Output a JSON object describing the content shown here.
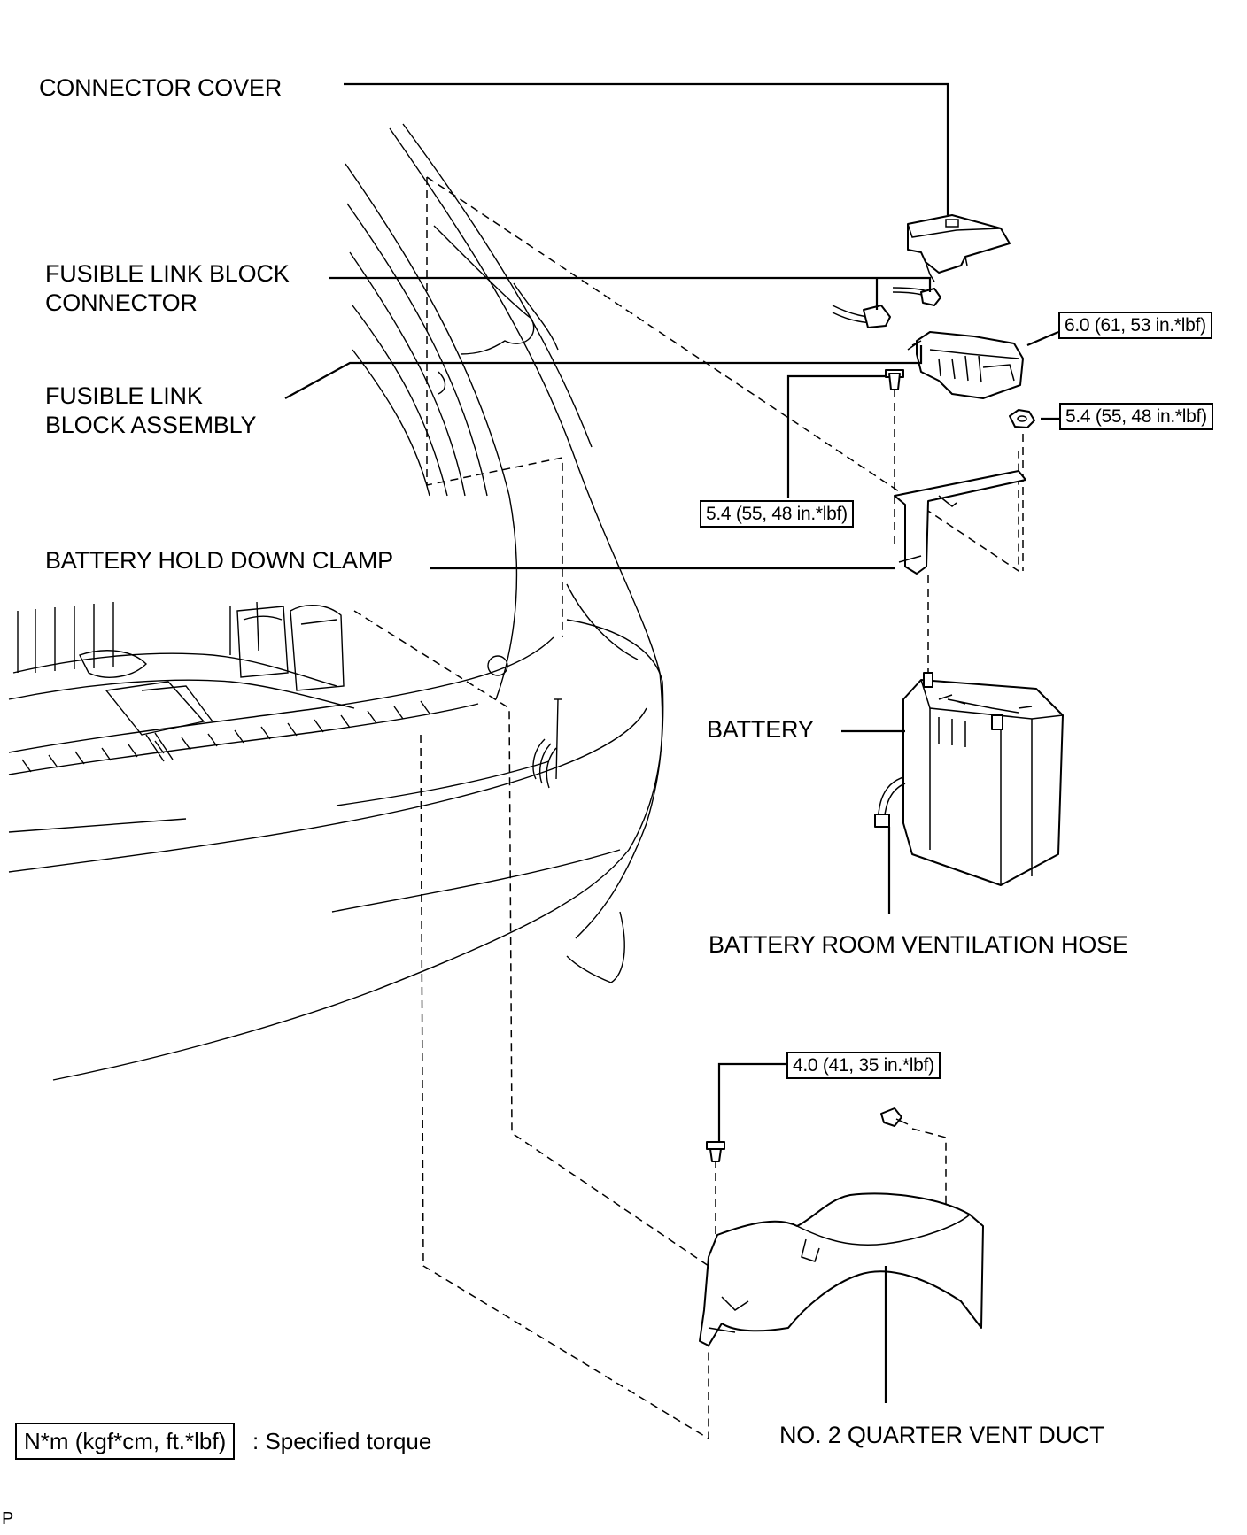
{
  "labels": {
    "connector_cover": "CONNECTOR COVER",
    "fusible_link_block_connector_line1": "FUSIBLE LINK BLOCK",
    "fusible_link_block_connector_line2": "CONNECTOR",
    "fusible_link_block_assembly_line1": "FUSIBLE LINK",
    "fusible_link_block_assembly_line2": "BLOCK ASSEMBLY",
    "battery_hold_down_clamp": "BATTERY HOLD DOWN CLAMP",
    "battery": "BATTERY",
    "battery_room_ventilation_hose": "BATTERY ROOM VENTILATION HOSE",
    "no2_quarter_vent_duct": "NO. 2 QUARTER VENT DUCT"
  },
  "torque_specs": {
    "fusible_link_block": "6.0 (61, 53 in.*lbf)",
    "clamp_nut": "5.4 (55, 48 in.*lbf)",
    "clamp_bolt": "5.4 (55, 48 in.*lbf)",
    "vent_duct_bolt": "4.0 (41, 35 in.*lbf)"
  },
  "legend": {
    "unit_box": "N*m (kgf*cm, ft.*lbf)",
    "description": ": Specified torque"
  },
  "corner_mark": "P"
}
